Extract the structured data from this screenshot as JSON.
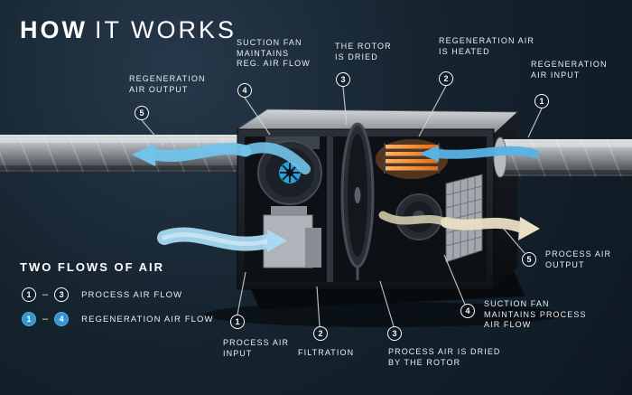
{
  "title": {
    "primary": "HOW",
    "secondary": "IT WORKS"
  },
  "colors": {
    "background": "#16242f",
    "accent_blue": "#3596cf",
    "regen_air": "#72c3ea",
    "process_air": "#a8d9f0",
    "dried_air": "#e8dfc4",
    "heater": "#f08a30"
  },
  "callouts": [
    {
      "num": "5",
      "label": "REGENERATION\nAIR OUTPUT"
    },
    {
      "num": "4",
      "label": "SUCTION FAN\nMAINTAINS\nREG. AIR FLOW"
    },
    {
      "num": "3",
      "label": "THE ROTOR\nIS DRIED"
    },
    {
      "num": "2",
      "label": "REGENERATION AIR\nIS HEATED"
    },
    {
      "num": "1",
      "label": "REGENERATION\nAIR INPUT"
    },
    {
      "num": "5",
      "label": "PROCESS AIR\nOUTPUT"
    },
    {
      "num": "4",
      "label": "SUCTION FAN\nMAINTAINS PROCESS\nAIR FLOW"
    },
    {
      "num": "3",
      "label": "PROCESS AIR IS DRIED\nBY THE ROTOR"
    },
    {
      "num": "2",
      "label": "FILTRATION"
    },
    {
      "num": "1",
      "label": "PROCESS AIR\nINPUT"
    }
  ],
  "legend": {
    "title": "TWO FLOWS OF AIR",
    "dash": "–",
    "rows": [
      {
        "start": "1",
        "end": "3",
        "label": "PROCESS AIR FLOW",
        "filled": false
      },
      {
        "start": "1",
        "end": "4",
        "label": "REGENERATION AIR FLOW",
        "filled": true
      }
    ]
  }
}
